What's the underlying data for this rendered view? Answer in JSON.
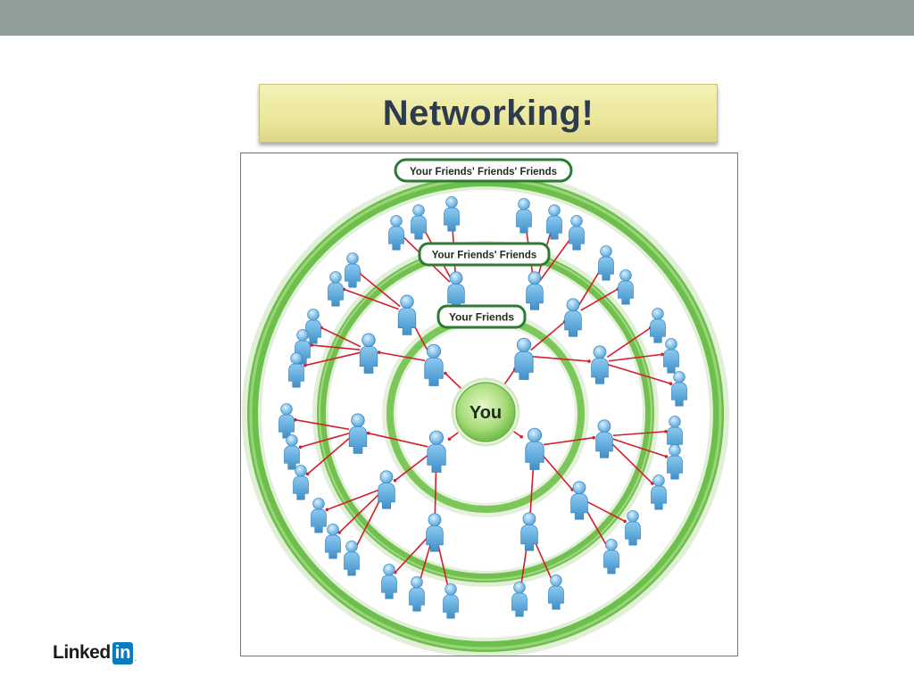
{
  "slide": {
    "title": "Networking!",
    "colors": {
      "top_bar": "#8f9e97",
      "title_box": "#ebe79c",
      "title_text": "#2e3b4e",
      "ring_green": "#6cbf4a",
      "connector_red": "#d21f2a",
      "person_blue": "#62aee2"
    }
  },
  "diagram": {
    "center_label": "You",
    "ring_labels": {
      "inner": "Your Friends",
      "middle": "Your Friends' Friends",
      "outer": "Your Friends' Friends' Friends"
    },
    "icons": {
      "person": "person-icon"
    }
  },
  "logo": {
    "text": "Linked",
    "badge": "in",
    "suffix": "."
  }
}
